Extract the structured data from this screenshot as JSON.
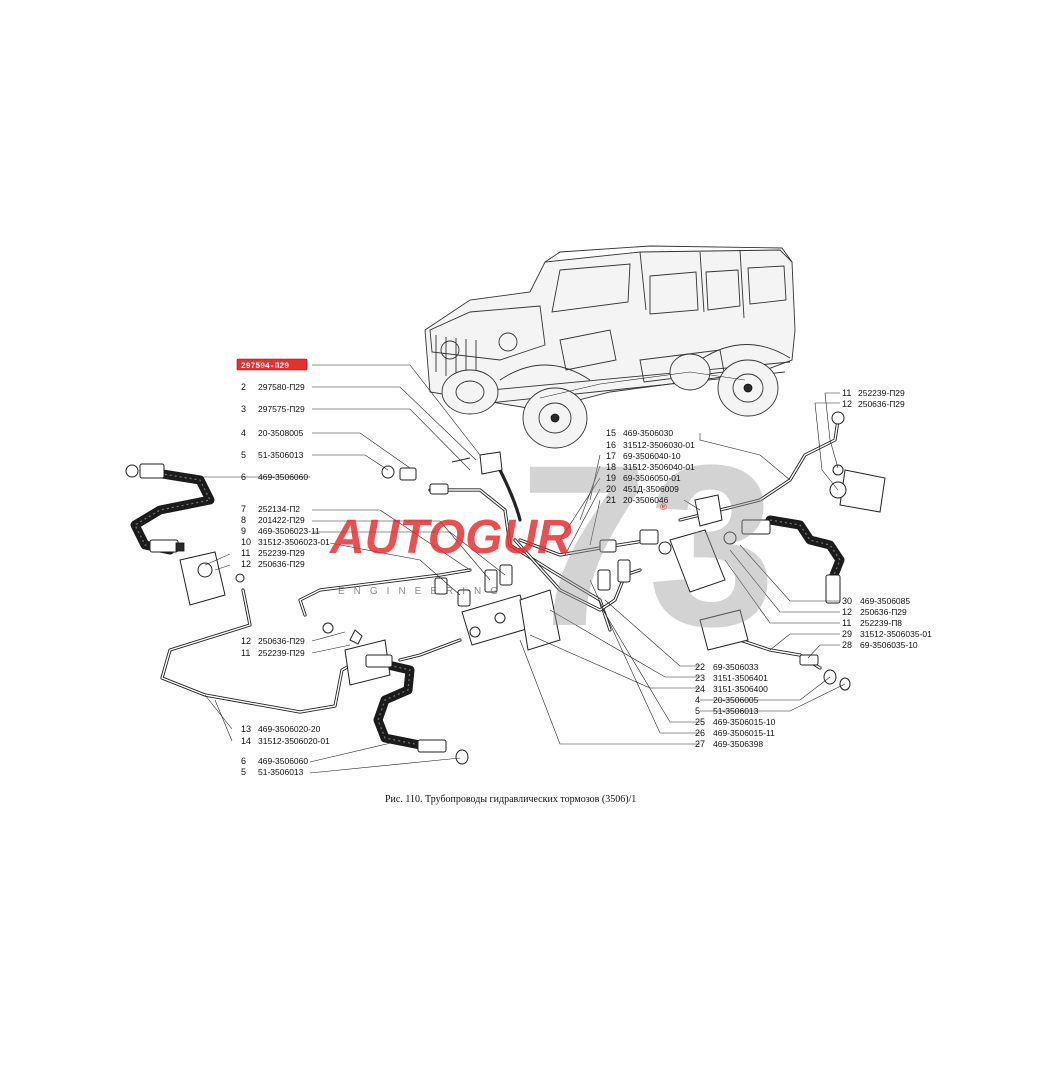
{
  "caption": "Рис. 110. Трубопроводы гидравлических тормозов (3506)/1",
  "highlight": {
    "code": "297594-П29"
  },
  "watermark": {
    "brand_text": "AUTOGUR",
    "brand_numeral": "73",
    "subtitle": "ENGINEERING",
    "mark": "®",
    "colors": {
      "red": "#e52828",
      "grey": "#969696"
    }
  },
  "labels_left": [
    {
      "num": "2",
      "code": "297580-П29"
    },
    {
      "num": "3",
      "code": "297575-П29"
    },
    {
      "num": "4",
      "code": "20-3508005"
    },
    {
      "num": "5",
      "code": "51-3506013"
    },
    {
      "num": "6",
      "code": "469-3506060"
    },
    {
      "num": "7",
      "code": "252134-П2"
    },
    {
      "num": "8",
      "code": "201422-П29"
    },
    {
      "num": "9",
      "code": "469-3506023-11"
    },
    {
      "num": "10",
      "code": "31512-3506023-01"
    },
    {
      "num": "11",
      "code": "252239-П29"
    },
    {
      "num": "12",
      "code": "250636-П29"
    },
    {
      "num": "12",
      "code": "250636-П29"
    },
    {
      "num": "11",
      "code": "252239-П29"
    },
    {
      "num": "13",
      "code": "469-3506020-20"
    },
    {
      "num": "14",
      "code": "31512-3506020-01"
    },
    {
      "num": "6",
      "code": "469-3506060"
    },
    {
      "num": "5",
      "code": "51-3506013"
    }
  ],
  "labels_mid": [
    {
      "num": "15",
      "code": "469-3506030"
    },
    {
      "num": "16",
      "code": "31512-3506030-01"
    },
    {
      "num": "17",
      "code": "69-3506040-10"
    },
    {
      "num": "18",
      "code": "31512-3506040-01"
    },
    {
      "num": "19",
      "code": "69-3506050-01"
    },
    {
      "num": "20",
      "code": "451Д-3506009"
    },
    {
      "num": "21",
      "code": "20-3506046"
    }
  ],
  "labels_right_top": [
    {
      "num": "11",
      "code": "252239-П29"
    },
    {
      "num": "12",
      "code": "250636-П29"
    }
  ],
  "labels_right": [
    {
      "num": "30",
      "code": "469-3506085"
    },
    {
      "num": "12",
      "code": "250636-П29"
    },
    {
      "num": "11",
      "code": "252239-П8"
    },
    {
      "num": "29",
      "code": "31512-3506035-01"
    },
    {
      "num": "28",
      "code": "69-3506035-10"
    }
  ],
  "labels_bottom_mid": [
    {
      "num": "22",
      "code": "69-3506033"
    },
    {
      "num": "23",
      "code": "3151-3506401"
    },
    {
      "num": "24",
      "code": "3151-3506400"
    },
    {
      "num": "4",
      "code": "20-3506005"
    },
    {
      "num": "5",
      "code": "51-3506013"
    },
    {
      "num": "25",
      "code": "469-3506015-10"
    },
    {
      "num": "26",
      "code": "469-3506015-11"
    },
    {
      "num": "27",
      "code": "469-3506398"
    }
  ]
}
